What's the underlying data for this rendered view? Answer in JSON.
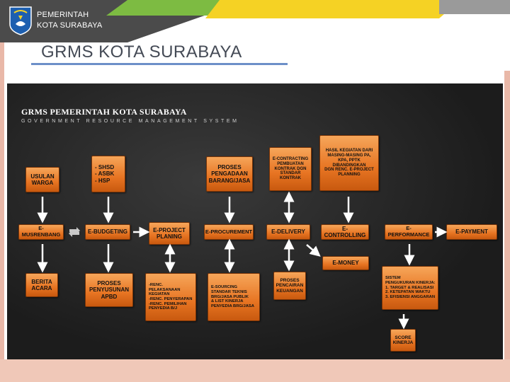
{
  "header": {
    "org_line1": "PEMERINTAH",
    "org_line2": "KOTA SURABAYA",
    "slide_title": "GRMS KOTA SURABAYA"
  },
  "diagram": {
    "title": "GRMS PEMERINTAH KOTA SURABAYA",
    "subtitle": "GOVERNMENT RESOURCE MANAGEMENT SYSTEM",
    "top_boxes": {
      "usulan_warga": "USULAN\nWARGA",
      "shsd": "- SHSD\n- ASBK\n- HSP",
      "proses_pengadaan": "PROSES\nPENGADAAN\nBARANG/JASA",
      "e_contracting": "E-CONTRACTING\nPEMBUATAN\nKONTRAK DGN\nSTANDAR\nKONTRAK",
      "hasil_kegiatan": "HASIL KEGIATAN DARI\nMASING-MASING PA,\nKPA, PPTK\nDIBANDINGKAN\nDGN RENC. E-PROJECT\nPLANNING"
    },
    "main_row": {
      "e_musrenbang": "E-MUSRENBANG",
      "e_budgeting": "E-BUDGETING",
      "e_project": "E-PROJECT\nPLANING",
      "e_procurement": "E-PROCUREMENT",
      "e_delivery": "E-DELIVERY",
      "e_controlling": "E-CONTROLLING",
      "e_performance": "E-PERFORMANCE",
      "e_payment": "E-PAYMENT",
      "e_money": "E-MONEY"
    },
    "bottom_boxes": {
      "berita_acara": "BERITA\nACARA",
      "proses_penyusunan": "PROSES\nPENYUSUNAN\nAPBD",
      "renc_pelaksanaan": "-RENC. PELAKSANAAN\n  KEGIATAN\n-RENC. PENYERAPAN\n-RENC. PEMILIHAN\n  PENYEDIA B/J",
      "e_sourcing": "E-SOURCING\nSTANDAR TEKNIS\nBRG/JASA PUBLIK\n& LIST KINERJA\nPENYEDIA BRG/JASA",
      "proses_pencairan": "PROSES\nPENCAIRAN\nKEUANGAN",
      "sistem_pengukuran": "SISTEM\nPENGUKURAN KINERJA:\n1. TARGET & REALISASI\n2. KETEPATAN WAKTU\n3. EFISIENSI ANGGARAN",
      "score_kinerja": "SCORE\nKINERJA"
    }
  }
}
